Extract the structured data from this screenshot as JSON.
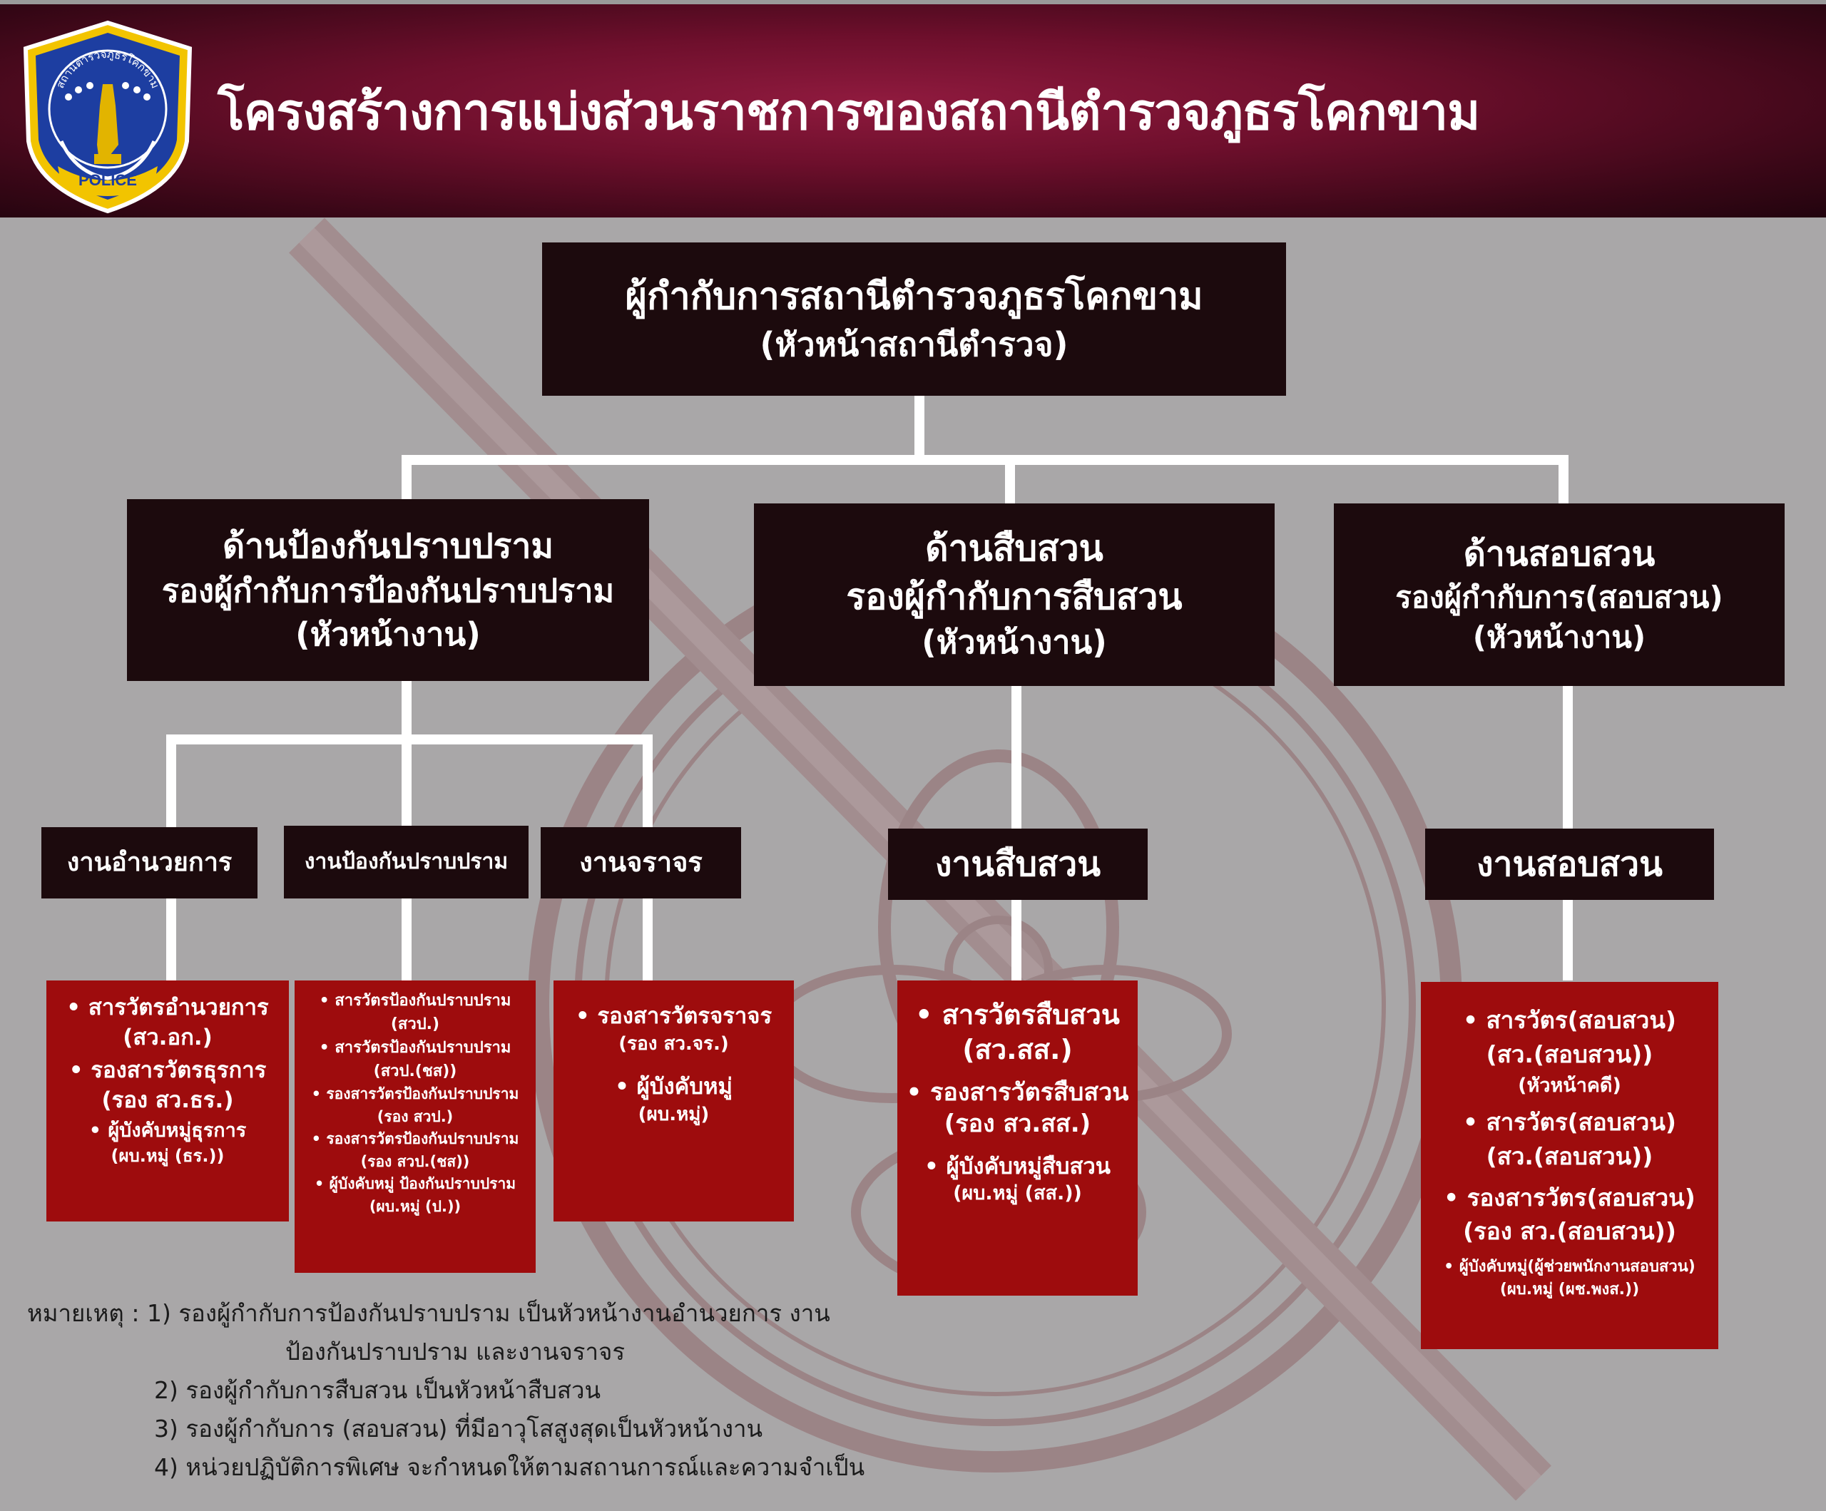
{
  "header": {
    "title": "โครงสร้างการแบ่งส่วนราชการของสถานีตำรวจภูธรโคกขาม",
    "logo": {
      "ring_text": "สถานีตำรวจภูธรโคกขาม",
      "banner_text": "POLICE"
    }
  },
  "colors": {
    "header_bg": "#6e0f2c",
    "dark_box": "#1c0a0d",
    "red_box": "#9e0c0d",
    "background": "#a9a7a8"
  },
  "top": {
    "title": "ผู้กำกับการสถานีตำรวจภูธรโคกขาม",
    "subtitle": "(หัวหน้าสถานีตำรวจ)"
  },
  "divisions": [
    {
      "line1": "ด้านป้องกันปราบปราม",
      "line2": "รองผู้กำกับการป้องกันปราบปราม",
      "line3": "(หัวหน้างาน)"
    },
    {
      "line1": "ด้านสืบสวน",
      "line2": "รองผู้กำกับการสืบสวน",
      "line3": "(หัวหน้างาน)"
    },
    {
      "line1": "ด้านสอบสวน",
      "line2": "รองผู้กำกับการ(สอบสวน)",
      "line3": "(หัวหน้างาน)"
    }
  ],
  "units": [
    "งานอำนวยการ",
    "งานป้องกันปราบปราม",
    "งานจราจร",
    "งานสืบสวน",
    "งานสอบสวน"
  ],
  "staff": [
    [
      {
        "name": "สารวัตรอำนวยการ",
        "abbr": "(สว.อก.)"
      },
      {
        "name": "รองสารวัตรธุรการ",
        "abbr": "(รอง สว.ธร.)"
      },
      {
        "name": "ผู้บังคับหมู่ธุรการ",
        "abbr": "(ผบ.หมู่ (ธร.))"
      }
    ],
    [
      {
        "name": "สารวัตรป้องกันปราบปราม",
        "abbr": "(สวป.)"
      },
      {
        "name": "สารวัตรป้องกันปราบปราม",
        "abbr": "(สวป.(ชส))"
      },
      {
        "name": "รองสารวัตรป้องกันปราบปราม",
        "abbr": "(รอง สวป.)"
      },
      {
        "name": "รองสารวัตรป้องกันปราบปราม",
        "abbr": "(รอง สวป.(ชส))"
      },
      {
        "name": "ผู้บังคับหมู่ ป้องกันปราบปราม",
        "abbr": "(ผบ.หมู่ (ป.))"
      }
    ],
    [
      {
        "name": "รองสารวัตรจราจร",
        "abbr": "(รอง สว.จร.)"
      },
      {
        "name": "ผู้บังคับหมู่",
        "abbr": "(ผบ.หมู่)"
      }
    ],
    [
      {
        "name": "สารวัตรสืบสวน",
        "abbr": "(สว.สส.)"
      },
      {
        "name": "รองสารวัตรสืบสวน",
        "abbr": "(รอง สว.สส.)"
      },
      {
        "name": "ผู้บังคับหมู่สืบสวน",
        "abbr": "(ผบ.หมู่ (สส.))"
      }
    ],
    [
      {
        "name": "สารวัตร(สอบสวน)",
        "abbr": "(สว.(สอบสวน))",
        "extra": "(หัวหน้าคดี)"
      },
      {
        "name": "สารวัตร(สอบสวน)",
        "abbr": "(สว.(สอบสวน))"
      },
      {
        "name": "รองสารวัตร(สอบสวน)",
        "abbr": "(รอง สว.(สอบสวน))"
      },
      {
        "name": "ผู้บังคับหมู่(ผู้ช่วยพนักงานสอบสวน)",
        "abbr": "(ผบ.หมู่ (ผช.พงส.))"
      }
    ]
  ],
  "notes": {
    "label": "หมายเหตุ :",
    "items": [
      "1) รองผู้กำกับการป้องกันปราบปราม เป็นหัวหน้างานอำนวยการ งาน",
      "ป้องกันปราบปราม และงานจราจร",
      "2) รองผู้กำกับการสืบสวน เป็นหัวหน้าสืบสวน",
      "3) รองผู้กำกับการ (สอบสวน) ที่มีอาวุโสสูงสุดเป็นหัวหน้างาน",
      "4) หน่วยปฏิบัติการพิเศษ จะกำหนดให้ตามสถานการณ์และความจำเป็น"
    ]
  }
}
